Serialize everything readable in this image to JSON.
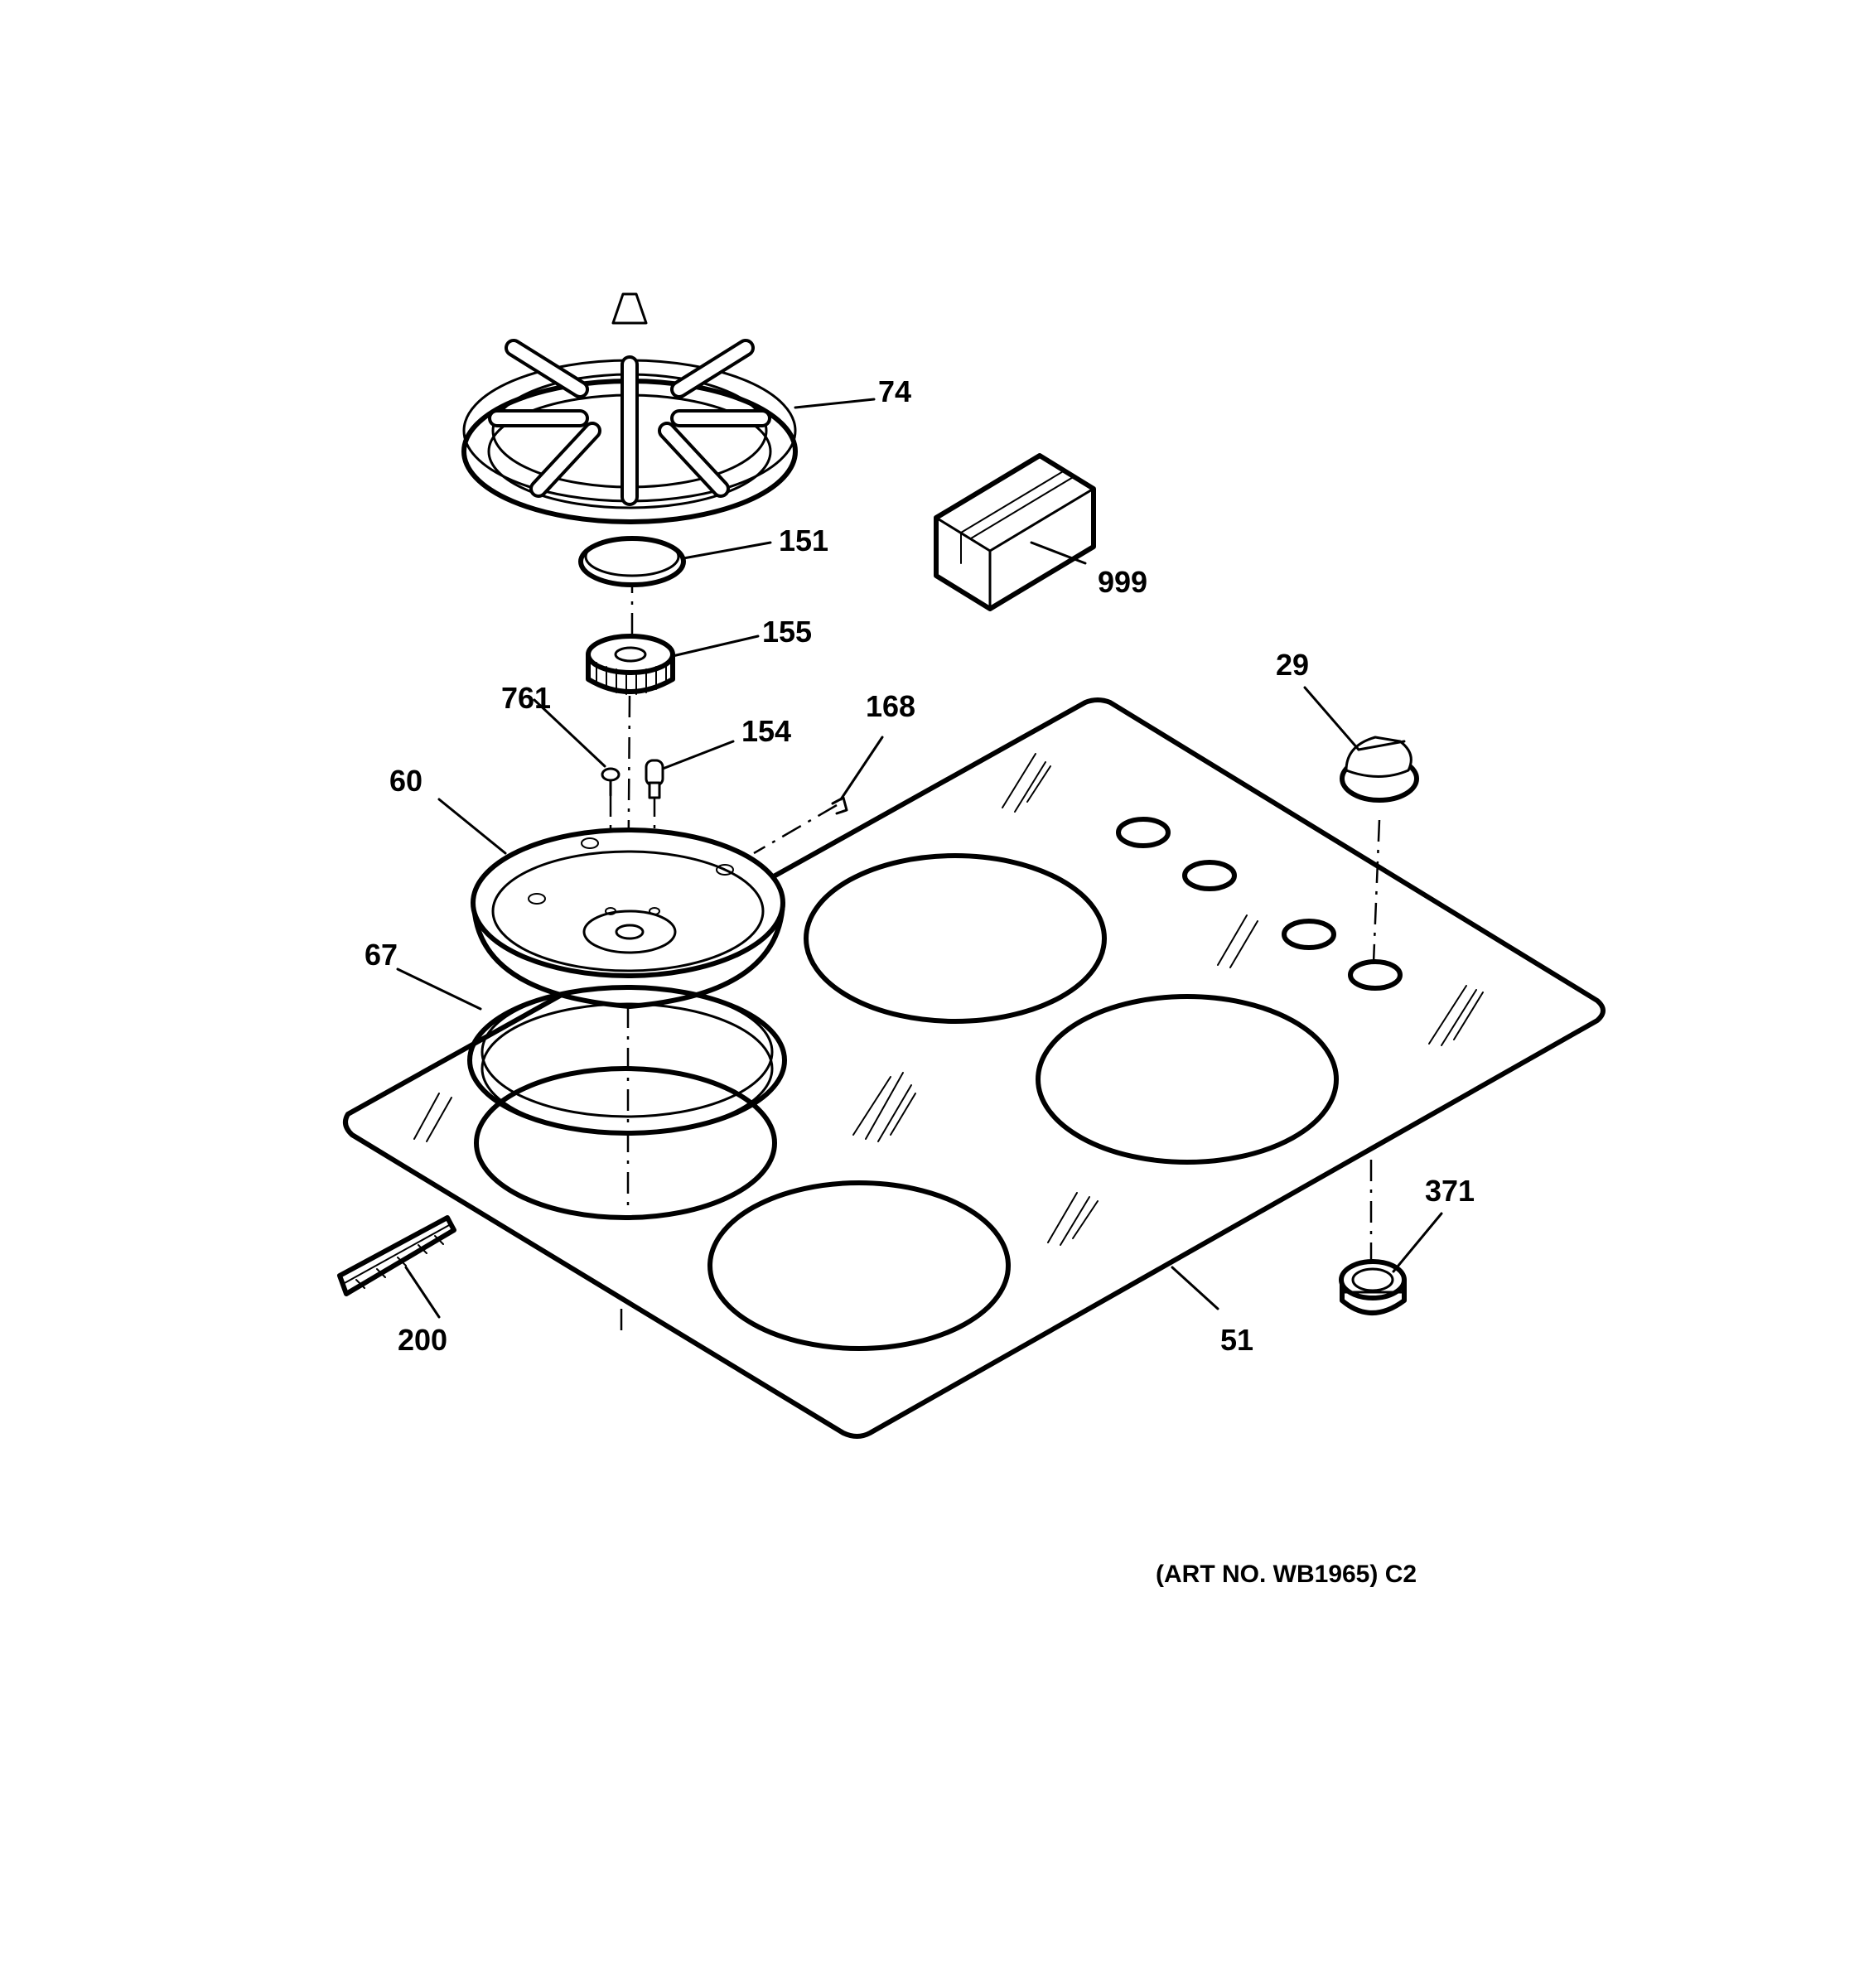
{
  "art_number": "(ART NO. WB1965) C2",
  "callouts": {
    "c74": "74",
    "c151": "151",
    "c155": "155",
    "c999": "999",
    "c29": "29",
    "c761": "761",
    "c154": "154",
    "c168": "168",
    "c60": "60",
    "c67": "67",
    "c371": "371",
    "c200": "200",
    "c51": "51"
  }
}
